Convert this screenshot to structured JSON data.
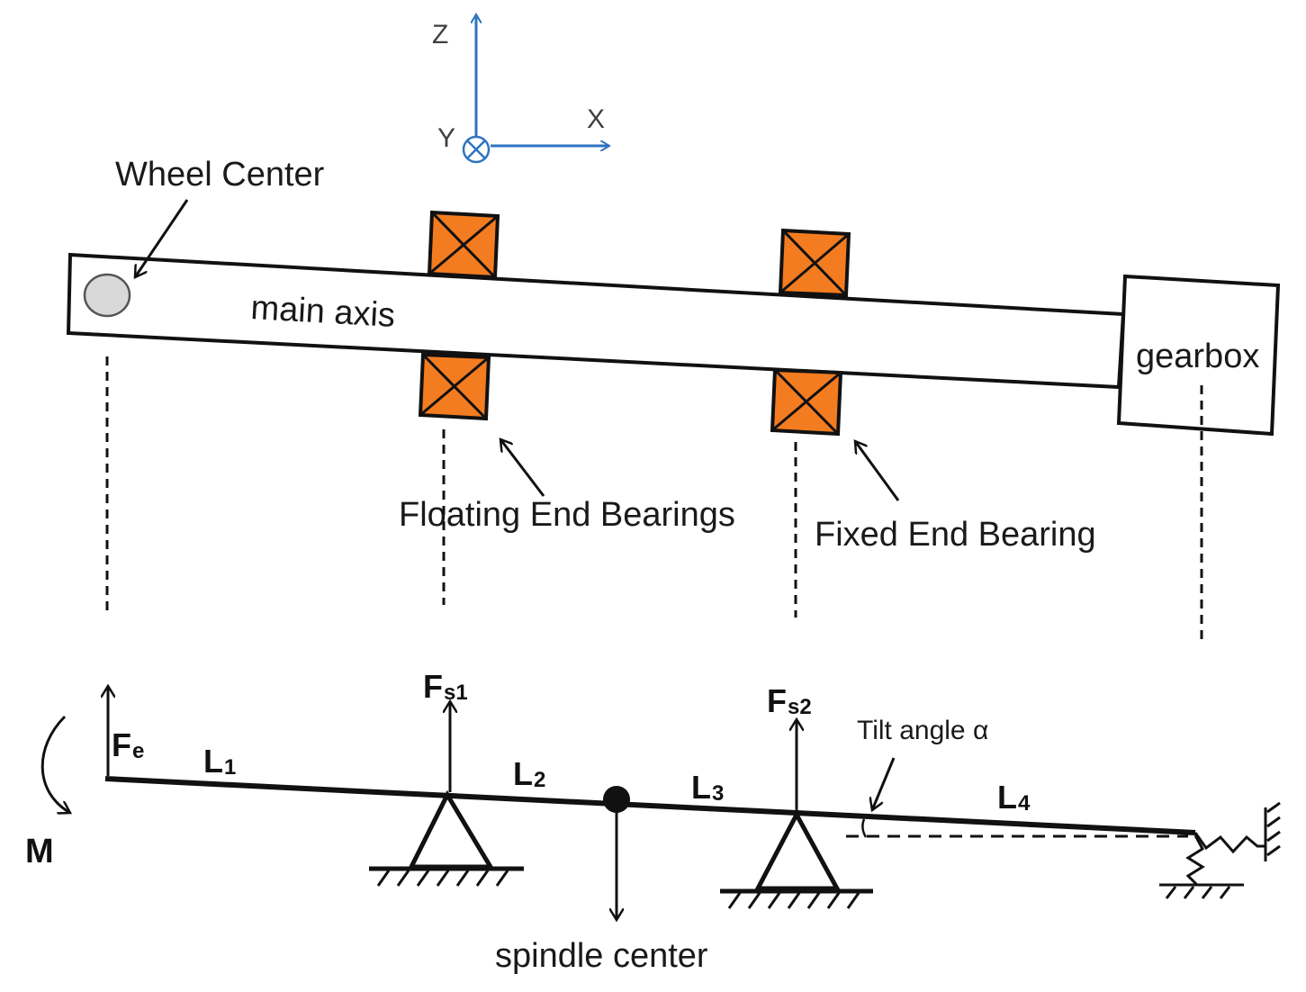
{
  "axes": {
    "z": "Z",
    "x": "X",
    "y": "Y"
  },
  "labels": {
    "wheel_center": "Wheel Center",
    "main_axis": "main axis",
    "gearbox": "gearbox",
    "floating_bearings": "Floating End Bearings",
    "fixed_bearing": "Fixed End Bearing",
    "spindle_center": "spindle center",
    "tilt_angle": "Tilt angle α",
    "moment": "M"
  },
  "forces": {
    "fe": {
      "main": "F",
      "sub": "e"
    },
    "fs1": {
      "main": "F",
      "sub": "s1"
    },
    "fs2": {
      "main": "F",
      "sub": "s2"
    }
  },
  "lengths": {
    "l1": {
      "main": "L",
      "sub": "1"
    },
    "l2": {
      "main": "L",
      "sub": "2"
    },
    "l3": {
      "main": "L",
      "sub": "3"
    },
    "l4": {
      "main": "L",
      "sub": "4"
    }
  },
  "colors": {
    "axis_blue": "#2f74c0",
    "bearing_orange": "#f47c20",
    "wheel_gray": "#d9d9d9"
  }
}
